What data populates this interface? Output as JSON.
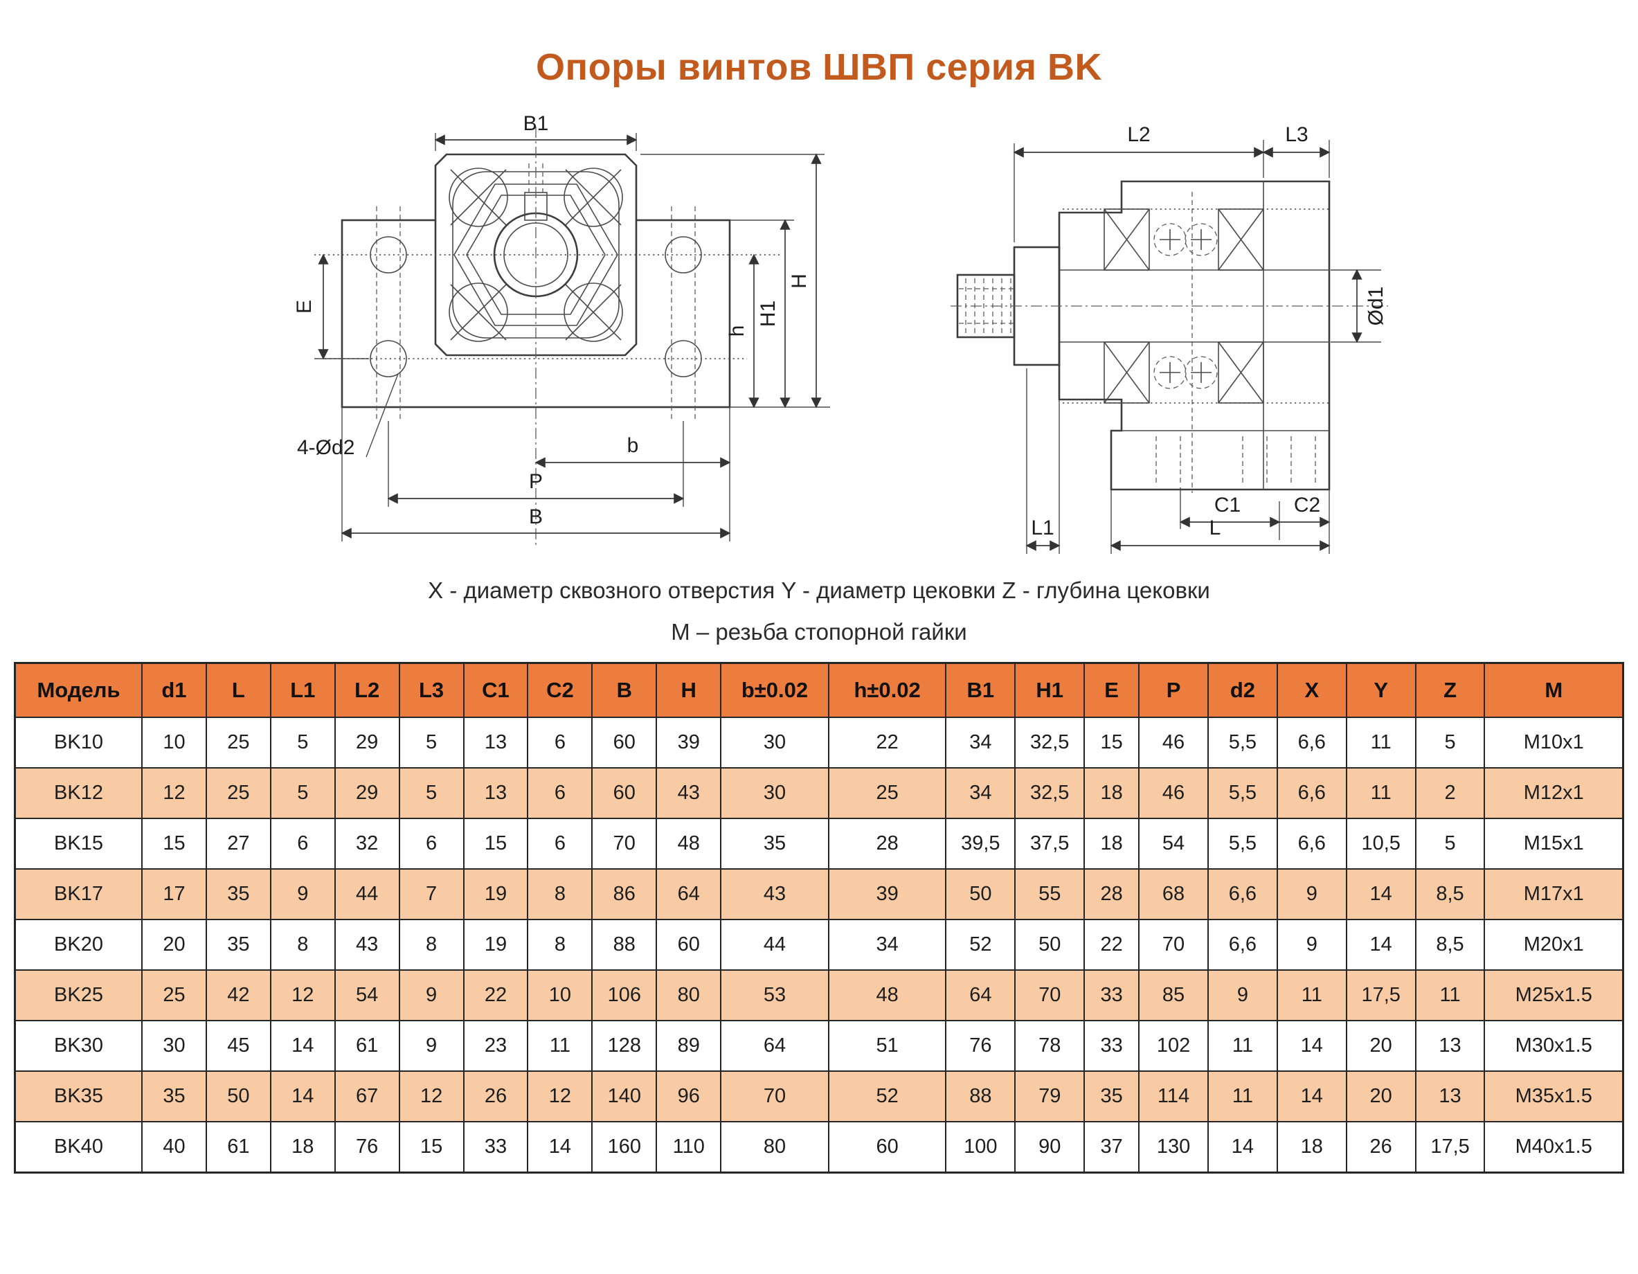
{
  "page": {
    "title": "Опоры винтов ШВП серия BK",
    "title_color": "#c2591d"
  },
  "drawing": {
    "front": {
      "B1": "B1",
      "E": "E",
      "holes_note": "4-Ød2",
      "b": "b",
      "P": "P",
      "B": "B",
      "h": "h",
      "H1": "H1",
      "H": "H"
    },
    "side": {
      "L2": "L2",
      "L3": "L3",
      "d1": "Ød1",
      "C1": "C1",
      "C2": "C2",
      "L1": "L1",
      "L": "L"
    }
  },
  "legend": {
    "line1": "X - диаметр сквозного отверстия Y - диаметр цековки Z - глубина цековки",
    "line2": "М – резьба стопорной гайки"
  },
  "table": {
    "header_bg": "#ED7D3E",
    "alt_row_bg": "#F8CBA4",
    "columns": [
      "Модель",
      "d1",
      "L",
      "L1",
      "L2",
      "L3",
      "C1",
      "C2",
      "B",
      "H",
      "b±0.02",
      "h±0.02",
      "B1",
      "H1",
      "E",
      "P",
      "d2",
      "X",
      "Y",
      "Z",
      "M"
    ],
    "rows": [
      [
        "BK10",
        "10",
        "25",
        "5",
        "29",
        "5",
        "13",
        "6",
        "60",
        "39",
        "30",
        "22",
        "34",
        "32,5",
        "15",
        "46",
        "5,5",
        "6,6",
        "11",
        "5",
        "M10x1"
      ],
      [
        "BK12",
        "12",
        "25",
        "5",
        "29",
        "5",
        "13",
        "6",
        "60",
        "43",
        "30",
        "25",
        "34",
        "32,5",
        "18",
        "46",
        "5,5",
        "6,6",
        "11",
        "2",
        "M12x1"
      ],
      [
        "BK15",
        "15",
        "27",
        "6",
        "32",
        "6",
        "15",
        "6",
        "70",
        "48",
        "35",
        "28",
        "39,5",
        "37,5",
        "18",
        "54",
        "5,5",
        "6,6",
        "10,5",
        "5",
        "M15x1"
      ],
      [
        "BK17",
        "17",
        "35",
        "9",
        "44",
        "7",
        "19",
        "8",
        "86",
        "64",
        "43",
        "39",
        "50",
        "55",
        "28",
        "68",
        "6,6",
        "9",
        "14",
        "8,5",
        "M17x1"
      ],
      [
        "BK20",
        "20",
        "35",
        "8",
        "43",
        "8",
        "19",
        "8",
        "88",
        "60",
        "44",
        "34",
        "52",
        "50",
        "22",
        "70",
        "6,6",
        "9",
        "14",
        "8,5",
        "M20x1"
      ],
      [
        "BK25",
        "25",
        "42",
        "12",
        "54",
        "9",
        "22",
        "10",
        "106",
        "80",
        "53",
        "48",
        "64",
        "70",
        "33",
        "85",
        "9",
        "11",
        "17,5",
        "11",
        "M25x1.5"
      ],
      [
        "BK30",
        "30",
        "45",
        "14",
        "61",
        "9",
        "23",
        "11",
        "128",
        "89",
        "64",
        "51",
        "76",
        "78",
        "33",
        "102",
        "11",
        "14",
        "20",
        "13",
        "M30x1.5"
      ],
      [
        "BK35",
        "35",
        "50",
        "14",
        "67",
        "12",
        "26",
        "12",
        "140",
        "96",
        "70",
        "52",
        "88",
        "79",
        "35",
        "114",
        "11",
        "14",
        "20",
        "13",
        "M35x1.5"
      ],
      [
        "BK40",
        "40",
        "61",
        "18",
        "76",
        "15",
        "33",
        "14",
        "160",
        "110",
        "80",
        "60",
        "100",
        "90",
        "37",
        "130",
        "14",
        "18",
        "26",
        "17,5",
        "M40x1.5"
      ]
    ]
  }
}
